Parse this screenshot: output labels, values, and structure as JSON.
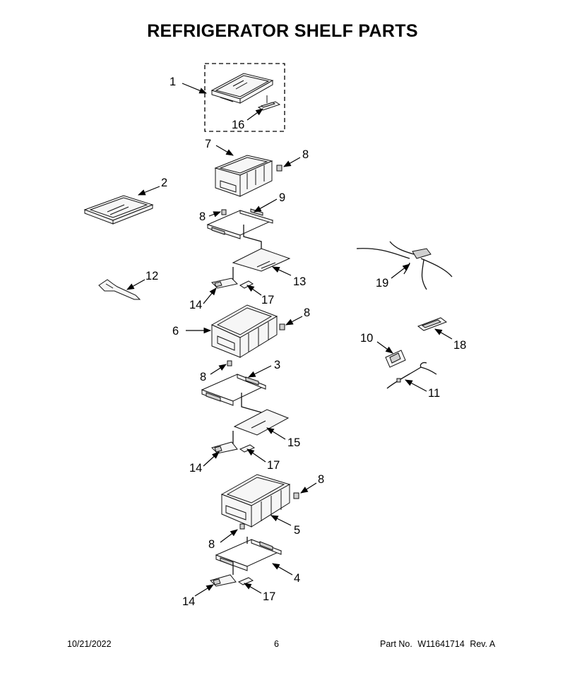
{
  "title": "REFRIGERATOR SHELF PARTS",
  "callouts": {
    "c1": "1",
    "c16": "16",
    "c7": "7",
    "c8a": "8",
    "c2": "2",
    "c8b": "8",
    "c9": "9",
    "c13": "13",
    "c12": "12",
    "c14a": "14",
    "c17a": "17",
    "c6": "6",
    "c8c": "8",
    "c8d": "8",
    "c3": "3",
    "c15": "15",
    "c14b": "14",
    "c17b": "17",
    "c8e": "8",
    "c5": "5",
    "c8f": "8",
    "c4": "4",
    "c14c": "14",
    "c17c": "17",
    "c19": "19",
    "c10": "10",
    "c18": "18",
    "c11": "11"
  },
  "footer": {
    "date": "10/21/2022",
    "page": "6",
    "part_label": "Part No.",
    "part_number": "W11641714",
    "rev": "Rev.  A"
  }
}
